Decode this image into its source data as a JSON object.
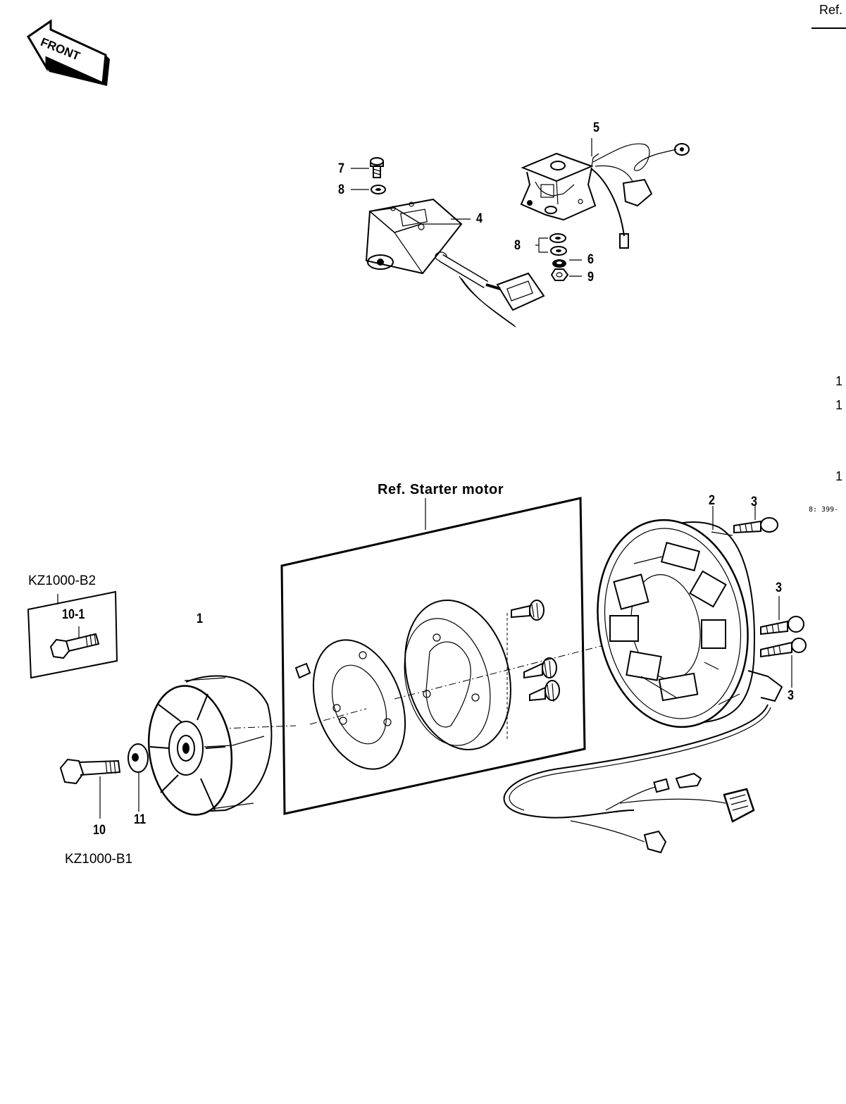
{
  "page": {
    "corner_ref": "Ref.",
    "front_arrow": "FRONT",
    "edge_marks": [
      "1",
      "1",
      "1"
    ],
    "code": "8: 399-"
  },
  "upper_assembly": {
    "callouts": {
      "p7": "7",
      "p8a": "8",
      "p4": "4",
      "p5": "5",
      "p8b": "8",
      "p6": "6",
      "p9": "9"
    }
  },
  "lower_assembly": {
    "ref_label": "Ref. Starter motor",
    "model_b2": "KZ1000-B2",
    "model_b1": "KZ1000-B1",
    "callouts": {
      "p10_1": "10-1",
      "p1": "1",
      "p2": "2",
      "p3a": "3",
      "p3b": "3",
      "p3c": "3",
      "p10": "10",
      "p11": "11"
    }
  }
}
